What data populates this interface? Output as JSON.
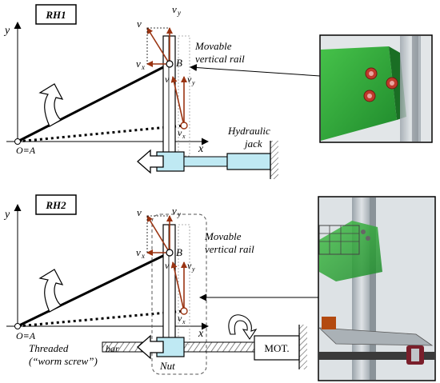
{
  "rh1": {
    "tag": "RH1",
    "axis_y": "y",
    "axis_x": "x",
    "origin": "O≡A",
    "point_b": "B",
    "vec_v": "v",
    "vec_vx": "v",
    "vec_vy": "v",
    "sub_x": "x",
    "sub_y": "y",
    "rail_line1": "Movable",
    "rail_line2": "vertical rail",
    "jack_line1": "Hydraulic",
    "jack_line2": "jack"
  },
  "rh2": {
    "tag": "RH2",
    "axis_y": "y",
    "axis_x": "x",
    "origin": "O≡A",
    "point_b": "B",
    "vec_v": "v",
    "vec_vx": "v",
    "vec_vy": "v",
    "sub_x": "x",
    "sub_y": "y",
    "rail_line1": "Movable",
    "rail_line2": "vertical rail",
    "threaded_line1": "Threaded",
    "threaded_line2": "(“worm screw”)",
    "bar": "bar",
    "nut": "Nut",
    "motor": "MOT."
  },
  "colors": {
    "vector": "#9a3412",
    "jack": "#bfe9f3",
    "hatch": "#555555",
    "green_part": "#3fb948",
    "steel": "#c8cdd2",
    "bolt": "#b34a10"
  }
}
